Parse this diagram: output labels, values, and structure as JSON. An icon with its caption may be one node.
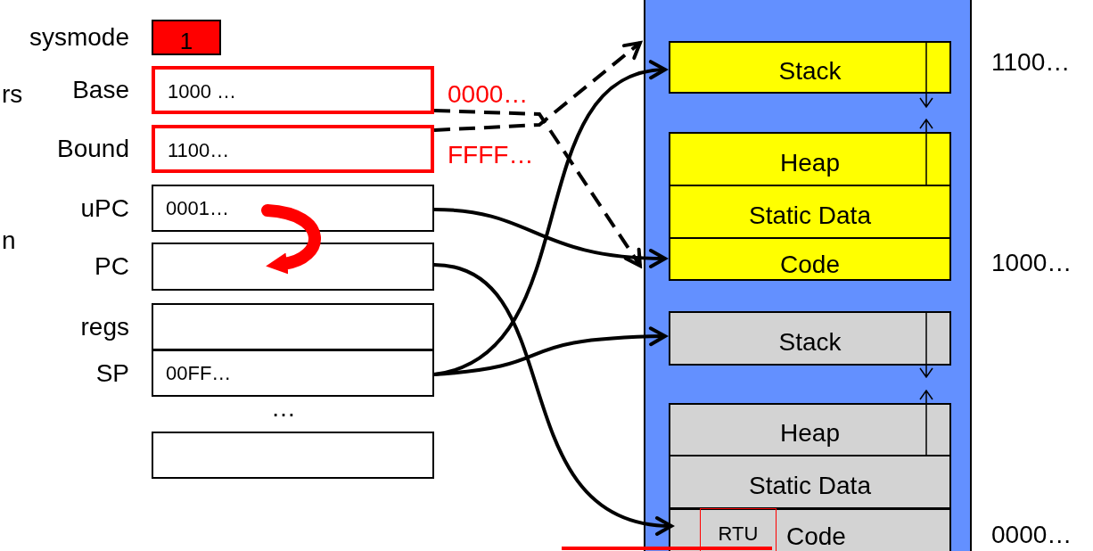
{
  "diagram": {
    "nodes": [
      {
        "text": [
          "1"
        ],
        "beside": [
          "sysmode"
        ]
      },
      {
        "text": [
          "1000 …"
        ],
        "beside": [
          "Base"
        ]
      },
      {
        "text": [
          "1100…"
        ],
        "beside": [
          "Bound"
        ]
      },
      {
        "text": [
          "0001…"
        ],
        "beside": [
          "uPC"
        ]
      },
      {
        "text": [],
        "shape": "box",
        "beside": [
          "PC"
        ]
      },
      {
        "text": [],
        "shape": "box",
        "beside": [
          "regs"
        ]
      },
      {
        "text": [
          "00FF…"
        ],
        "beside": [
          "SP"
        ]
      },
      {
        "text": [],
        "shape": "box"
      },
      {
        "text": [],
        "shape": "box"
      },
      {
        "text": [
          "Stack"
        ],
        "in": 8
      },
      {
        "text": [
          "Heap"
        ],
        "in": 8
      },
      {
        "text": [
          "Static Data"
        ],
        "in": 8
      },
      {
        "text": [
          "Code"
        ],
        "in": 8
      },
      {
        "text": [
          "Stack"
        ],
        "in": 8
      },
      {
        "text": [
          "Heap"
        ],
        "in": 8
      },
      {
        "text": [
          "Static Data"
        ],
        "in": 8
      },
      {
        "text": [
          "Code"
        ],
        "in": 8
      },
      {
        "text": [
          "RTU"
        ],
        "in": 16
      }
    ],
    "edges": [
      {
        "from": 1,
        "to": 8,
        "arrow": "to",
        "style": "dashed"
      },
      {
        "from": 2,
        "to": 8,
        "arrow": "to",
        "style": "dashed"
      },
      {
        "from": 3,
        "to": 12,
        "arrow": "to"
      },
      {
        "from": 4,
        "to": 17,
        "arrow": "to"
      },
      {
        "from": 6,
        "to": 9,
        "arrow": "to"
      },
      {
        "from": 6,
        "to": 13,
        "arrow": "to"
      },
      {
        "from": 3,
        "to": 4,
        "arrow": "to",
        "style": "thick",
        "color": "#ff0000"
      }
    ],
    "labels": [
      "0000…",
      "1100…",
      "rs",
      "FFFF…",
      "n",
      "1000…",
      "…",
      "0000…"
    ]
  }
}
